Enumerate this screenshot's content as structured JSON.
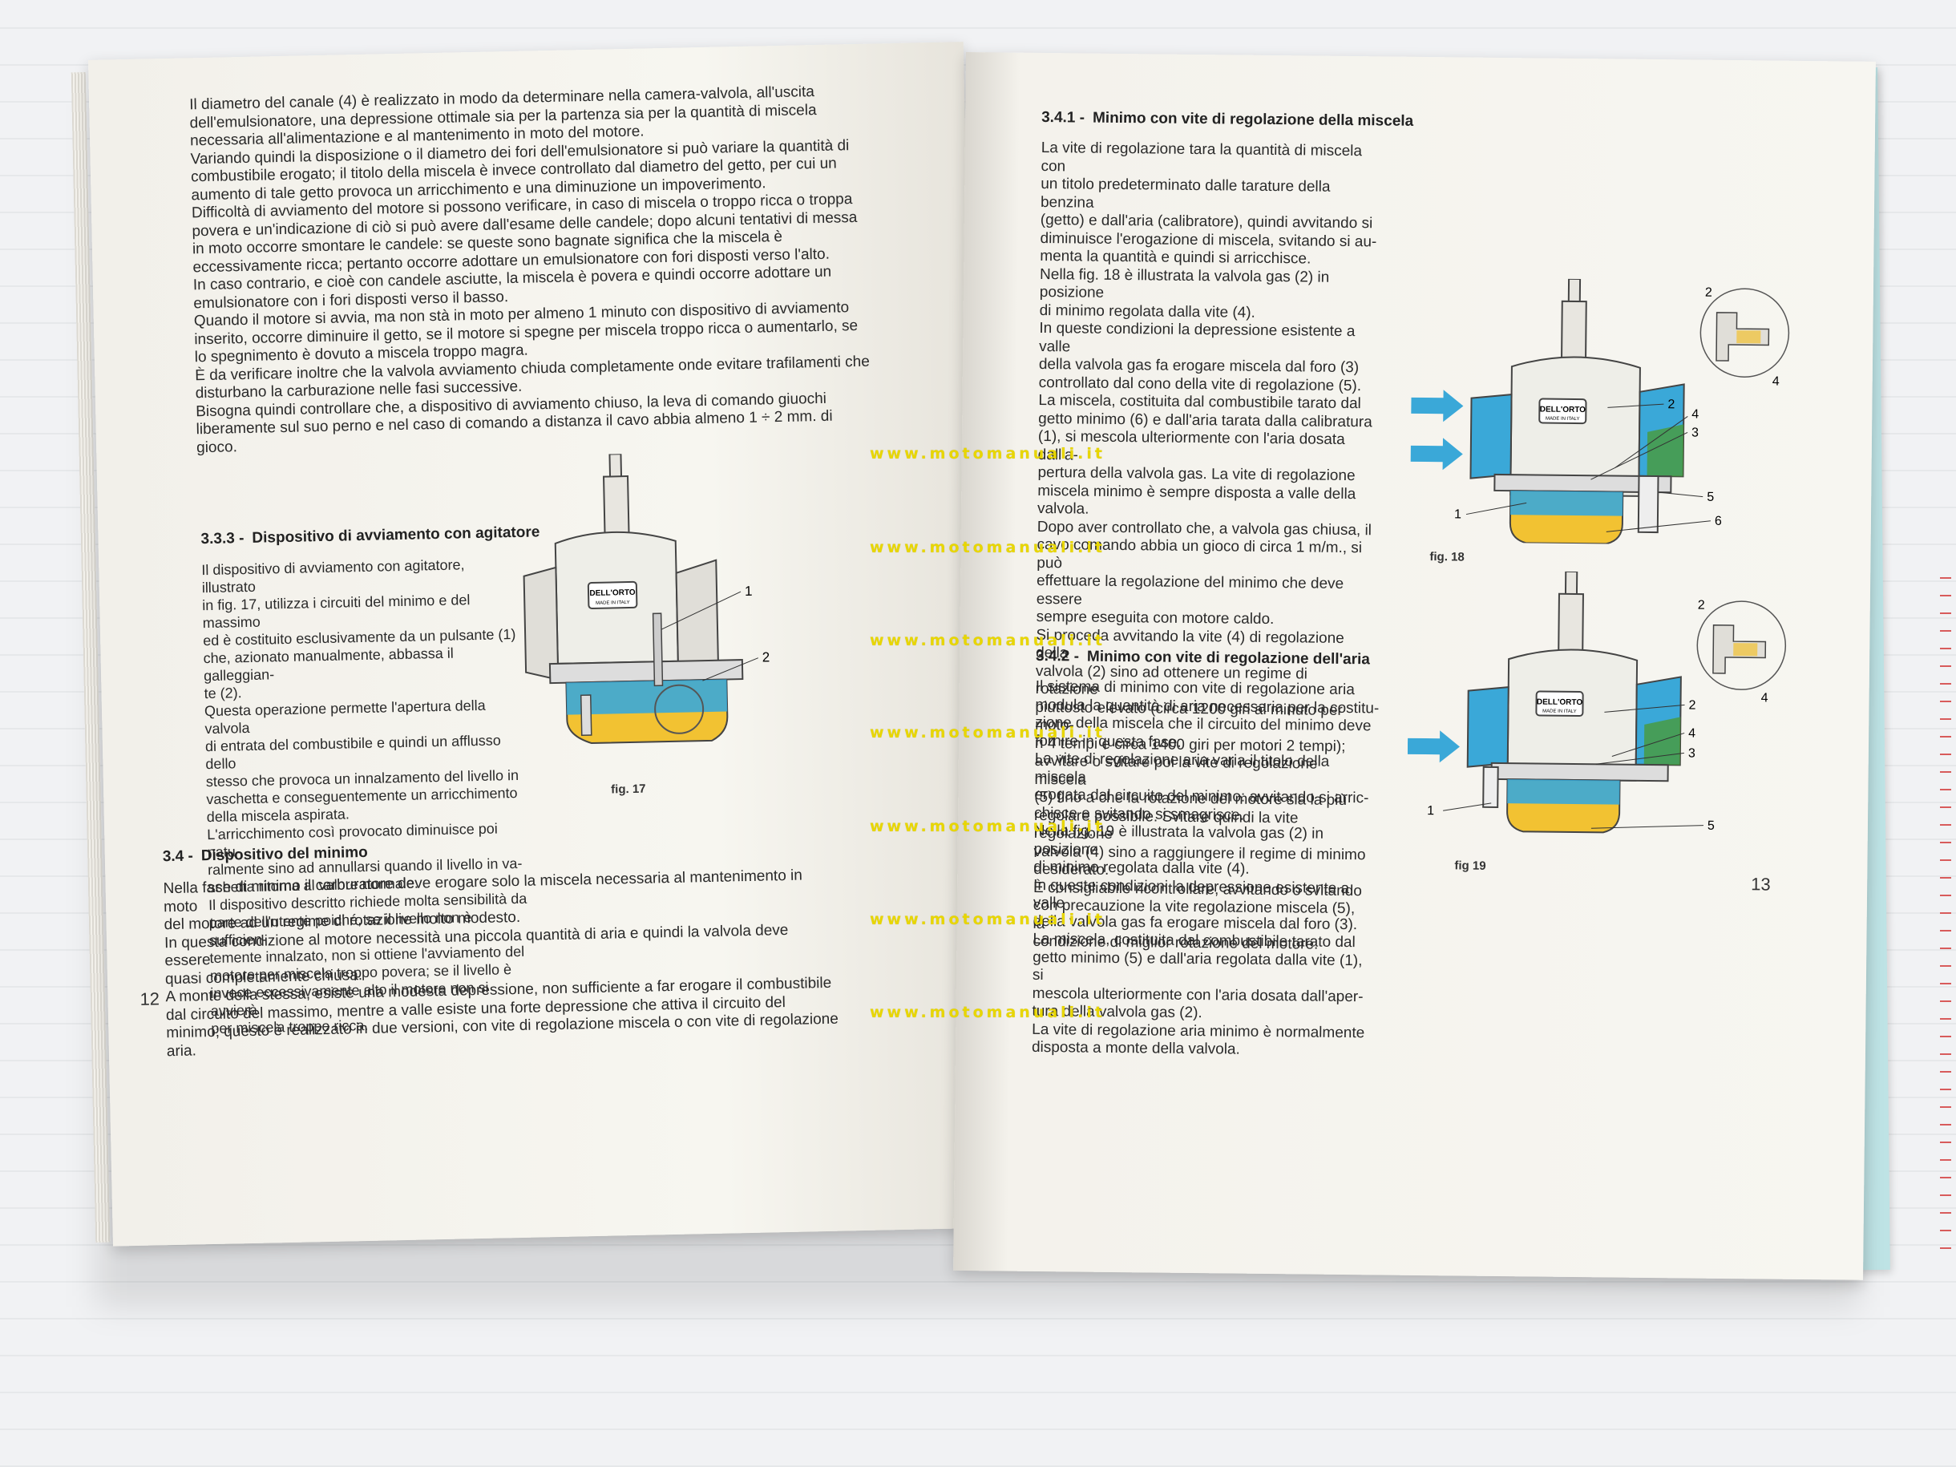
{
  "left_page": {
    "page_number": "12",
    "intro_paragraph": [
      "Il diametro del canale (4) è realizzato in modo da determinare nella camera-valvola, all'uscita",
      "dell'emulsionatore, una depressione ottimale sia per la partenza sia per la quantità di miscela",
      "necessaria all'alimentazione e al mantenimento in moto del motore.",
      "Variando quindi la disposizione o il diametro dei fori dell'emulsionatore si può variare la quantità di",
      "combustibile erogato; il titolo della miscela è invece controllato dal diametro del getto, per cui un",
      "aumento di tale getto provoca un arricchimento e una diminuzione un impoverimento.",
      "Difficoltà di avviamento del motore si possono verificare, in caso di miscela o troppo ricca o troppa",
      "povera e un'indicazione di ciò si può avere dall'esame delle candele; dopo alcuni tentativi di messa",
      "in moto occorre smontare le candele: se queste sono bagnate significa che la miscela è",
      "eccessivamente ricca; pertanto occorre adottare un emulsionatore con fori disposti verso l'alto.",
      "In caso contrario, e cioè con candele asciutte, la miscela è povera e quindi occorre adottare un",
      "emulsionatore con i fori disposti verso il basso.",
      "Quando il motore si avvia, ma non stà in moto per almeno 1 minuto con dispositivo di avviamento",
      "inserito, occorre diminuire il getto, se il motore si spegne per miscela troppo ricca o aumentarlo, se",
      "lo spegnimento è dovuto a miscela troppo magra.",
      "È da verificare inoltre che la valvola avviamento chiuda completamente onde evitare trafilamenti che",
      "disturbano la carburazione nelle fasi successive.",
      "Bisogna quindi controllare che, a dispositivo di avviamento chiuso, la leva di comando giuochi",
      "liberamente sul suo perno e nel caso di comando a distanza il cavo abbia almeno 1 ÷ 2 mm. di gioco."
    ],
    "section_333": {
      "number": "3.3.3 -",
      "title": "Dispositivo di avviamento con agitatore",
      "lines": [
        "Il dispositivo di avviamento con agitatore, illustrato",
        "in fig. 17, utilizza i circuiti del minimo e del massimo",
        "ed è costituito esclusivamente da un pulsante (1)",
        "che, azionato manualmente, abbassa il galleggian-",
        "te (2).",
        "Questa operazione permette l'apertura della valvola",
        "di entrata del combustibile e quindi un afflusso dello",
        "stesso che provoca un innalzamento del livello in",
        "vaschetta e conseguentemente un arricchimento",
        "della miscela aspirata.",
        "L'arricchimento così provocato diminuisce poi natu-",
        "ralmente sino ad annullarsi quando il livello in va-",
        "schetta ritorna al valore normale.",
        "Il dispositivo descritto richiede molta sensibilità da",
        "parte dell'utente poiché, se il livello non è sufficien-",
        "temente innalzato, non si ottiene l'avviamento del",
        "motore per miscela troppo povera; se il livello è",
        "invece eccessivamente alto il motore non si avvierà",
        "per miscela troppo ricca."
      ]
    },
    "fig17": {
      "caption": "fig. 17",
      "brand": "DELL'ORTO",
      "made_in": "MADE IN ITALY",
      "label1": "1",
      "label2": "2"
    },
    "section_34": {
      "number": "3.4 -",
      "title": "Dispositivo del minimo",
      "lines": [
        "Nella fase di minimo il carburatore deve erogare solo la miscela necessaria al mantenimento in moto",
        "del motore ad un regime di rotazione molto modesto.",
        "In questa condizione al motore necessità una piccola quantità di aria e quindi la valvola deve essere",
        "quasi completamente chiusa.",
        "A monte della stessa, esiste una modesta depressione, non sufficiente a far erogare il combustibile",
        "dal circuito del massimo, mentre a valle esiste una forte depressione che attiva il circuito del",
        "minimo; questo è realizzato in due versioni, con vite di regolazione miscela o con vite di regolazione",
        "aria."
      ]
    }
  },
  "right_page": {
    "page_number": "13",
    "section_341": {
      "number": "3.4.1 -",
      "title": "Minimo con vite di regolazione della miscela",
      "lines": [
        "La vite di regolazione tara la quantità di miscela con",
        "un titolo predeterminato dalle tarature della benzina",
        "(getto) e dall'aria (calibratore), quindi avvitando si",
        "diminuisce l'erogazione di miscela, svitando si au-",
        "menta la quantità e quindi si arricchisce.",
        "Nella fig. 18 è illustrata la valvola gas (2) in posizione",
        "di minimo regolata dalla vite (4).",
        "In queste condizioni la depressione esistente a valle",
        "della valvola gas fa erogare miscela dal foro (3)",
        "controllato dal cono della vite di regolazione (5).",
        "La miscela, costituita dal combustibile tarato dal",
        "getto minimo (6) e dall'aria tarata dalla calibratura",
        "(1), si mescola ulteriormente con l'aria dosata dall'a-",
        "pertura della valvola gas. La vite di regolazione",
        "miscela minimo è sempre disposta a valle della",
        "valvola.",
        "Dopo aver controllato che, a valvola gas chiusa, il",
        "cavo comando abbia un gioco di circa 1 m/m., si può",
        "effettuare la regolazione del minimo che deve essere",
        "sempre eseguita con motore caldo.",
        "Si proceda avvitando la vite (4) di regolazione della",
        "valvola (2) sino ad ottenere un regime di rotazione",
        "piuttosto elevato (circa 1200 giri al minuto per moto-",
        "ri 4 tempi e circa 1400 giri per motori 2 tempi);",
        "avvitare o svitare poi la vite di regolazione miscela",
        "(5) fino a che la rotazione del motore sia la più",
        "regolare possibile. Svitare quindi la vite regolazione",
        "valvola (4) sino a raggiungere il regime di minimo",
        "desiderato.",
        "È consigliabile ricontrollare, avvitando o svitando",
        "con precauzione la vite regolazione miscela (5), la",
        "condizione di miglior rotazione del motore."
      ]
    },
    "fig18": {
      "caption": "fig. 18",
      "brand": "DELL'ORTO",
      "made_in": "MADE IN ITALY",
      "labels": [
        "1",
        "2",
        "3",
        "4",
        "5",
        "6",
        "2",
        "4"
      ]
    },
    "section_342": {
      "number": "3.4.2 -",
      "title": "Minimo con vite di regolazione dell'aria",
      "lines": [
        "Il sistema di minimo con vite di regolazione aria",
        "modula la quantità di aria necessaria per la costitu-",
        "zione della miscela che il circuito del minimo deve",
        "fornire in questa fase.",
        "La vite di regolazione aria varia il titolo della miscela",
        "erogata dal circuito del minimo: avvitando si arric-",
        "chisce e svitando si smagrisce.",
        "Nella fig. 19 è illustrata la valvola gas (2) in posizione",
        "di minimo regolata dalla vite (4).",
        "In queste condizioni la depressione esistente a valle",
        "della valvola gas fa erogare miscela dal foro (3).",
        "La miscela, costituita dal combustibile tarato dal",
        "getto minimo (5) e dall'aria regolata dalla vite (1), si",
        "mescola ulteriormente con l'aria dosata dall'aper-",
        "tura della valvola gas (2).",
        "La vite di regolazione aria minimo è normalmente",
        "disposta a monte della valvola."
      ]
    },
    "fig19": {
      "caption": "fig 19",
      "brand": "DELL'ORTO",
      "made_in": "MADE IN ITALY",
      "labels": [
        "1",
        "2",
        "3",
        "4",
        "5",
        "2",
        "4"
      ]
    }
  },
  "watermark": "www.motomanuali.it",
  "colors": {
    "paper": "#f6f4ee",
    "fuel": "#f2c232",
    "air": "#3aa8d8",
    "green": "#4a9a3a",
    "watermark": "#e8d600",
    "tab": "#bfe4e6"
  }
}
